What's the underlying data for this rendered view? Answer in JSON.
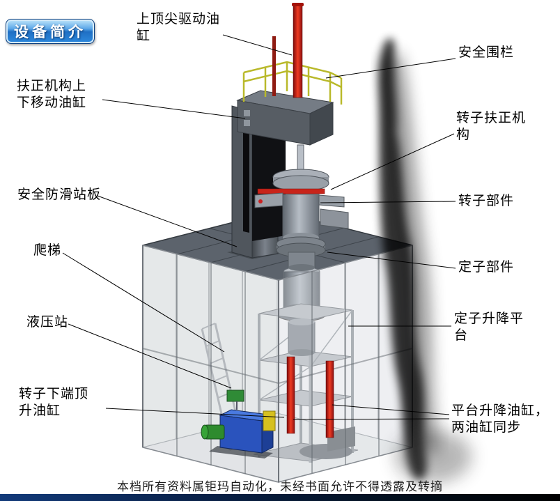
{
  "badge": {
    "label": "设备简介"
  },
  "annotations": {
    "top_tip_cylinder": "上顶尖驱动油\n缸",
    "safety_fence": "安全围栏",
    "centering_updown_cylinder": "扶正机构上\n下移动油缸",
    "rotor_centering_mechanism": "转子扶正机\n构",
    "anti_slip_plate": "安全防滑站板",
    "rotor_part": "转子部件",
    "ladder": "爬梯",
    "stator_part": "定子部件",
    "hydraulic_station": "液压站",
    "stator_lift_platform": "定子升降平\n台",
    "rotor_jack_cylinder": "转子下端顶\n升油缸",
    "platform_lift_cylinders": "平台升降油缸，\n两油缸同步"
  },
  "footer": {
    "text": "本档所有资料属钜玛自动化，未经书面允许不得透露及转摘"
  },
  "illustration_colors": {
    "cylinder_red": "#cc1111",
    "railing_yellow": "#b9b92a",
    "hydraulic_blue": "#2a53bd",
    "pump_green": "#2e8b2e",
    "frame_gray": "#9aa0a8",
    "platform_dark_gray": "#5c636c"
  }
}
